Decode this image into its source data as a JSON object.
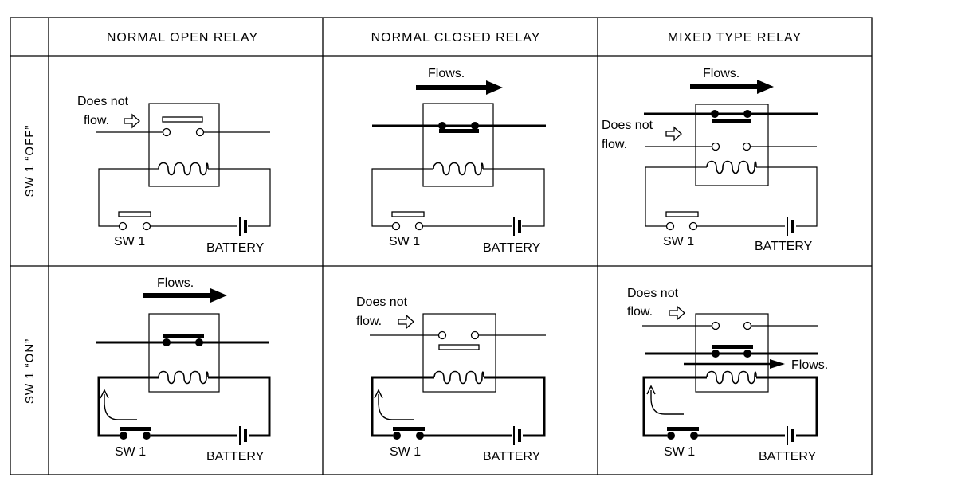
{
  "headers": {
    "col1": "NORMAL OPEN RELAY",
    "col2": "NORMAL CLOSED RELAY",
    "col3": "MIXED TYPE RELAY"
  },
  "row_labels": {
    "off": "SW 1 “OFF”",
    "on": "SW 1 “ON”"
  },
  "labels": {
    "flows": "Flows.",
    "does_not": "Does not",
    "flow": "flow.",
    "sw1": "SW 1",
    "battery": "BATTERY"
  }
}
